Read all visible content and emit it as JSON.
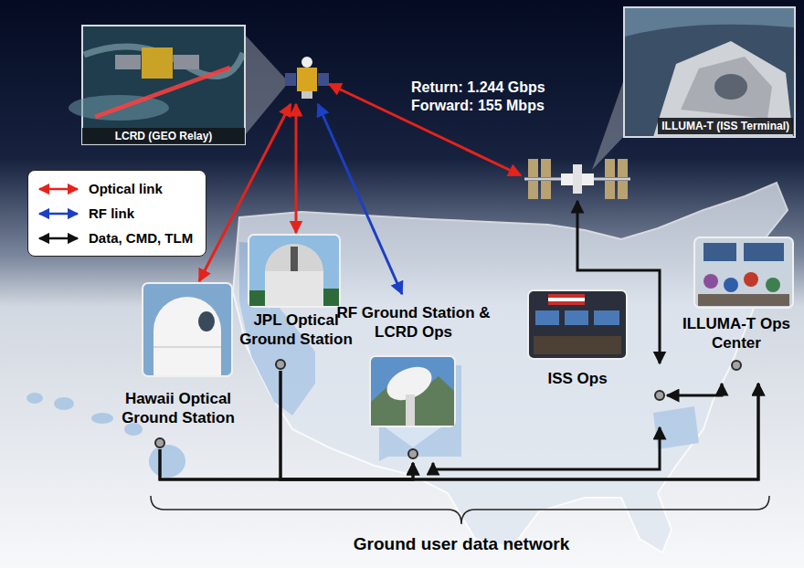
{
  "diagram": {
    "nodes": [
      {
        "text": [
          "LCRD (GEO Relay)"
        ]
      },
      {
        "text": [
          "ILLUMA-T (ISS Terminal)"
        ]
      },
      {
        "text": [
          "Hawaii Optical Ground Station"
        ]
      },
      {
        "text": [
          "JPL Optical Ground Station"
        ]
      },
      {
        "text": [
          "RF Ground Station & LCRD Ops"
        ]
      },
      {
        "text": [
          "ISS Ops"
        ]
      },
      {
        "text": [
          "ILLUMA-T Ops Center"
        ]
      }
    ],
    "edges": [
      {
        "from": 0,
        "to": 2,
        "arrow": "both"
      },
      {
        "from": 0,
        "to": 3,
        "arrow": "both"
      },
      {
        "from": 0,
        "to": 4,
        "arrow": "both"
      },
      {
        "from": 0,
        "to": 1,
        "arrow": "both",
        "label": "Return: 1.244 Gbps Forward: 155 Mbps"
      },
      {
        "from": 2,
        "to": 4,
        "arrow": "to"
      },
      {
        "from": 3,
        "to": 4,
        "arrow": "to"
      },
      {
        "from": 2,
        "to": 6,
        "arrow": "to"
      },
      {
        "from": 3,
        "to": 6,
        "arrow": "to"
      },
      {
        "from": 4,
        "to": 5,
        "arrow": "both"
      },
      {
        "from": 5,
        "to": 6,
        "arrow": "both"
      },
      {
        "from": 5,
        "to": 1,
        "arrow": "both"
      }
    ],
    "labels": [
      "Ground user data network"
    ],
    "legend": [
      {
        "text": "Optical link"
      },
      {
        "text": "RF link"
      },
      {
        "text": "Data, CMD, TLM"
      }
    ]
  }
}
